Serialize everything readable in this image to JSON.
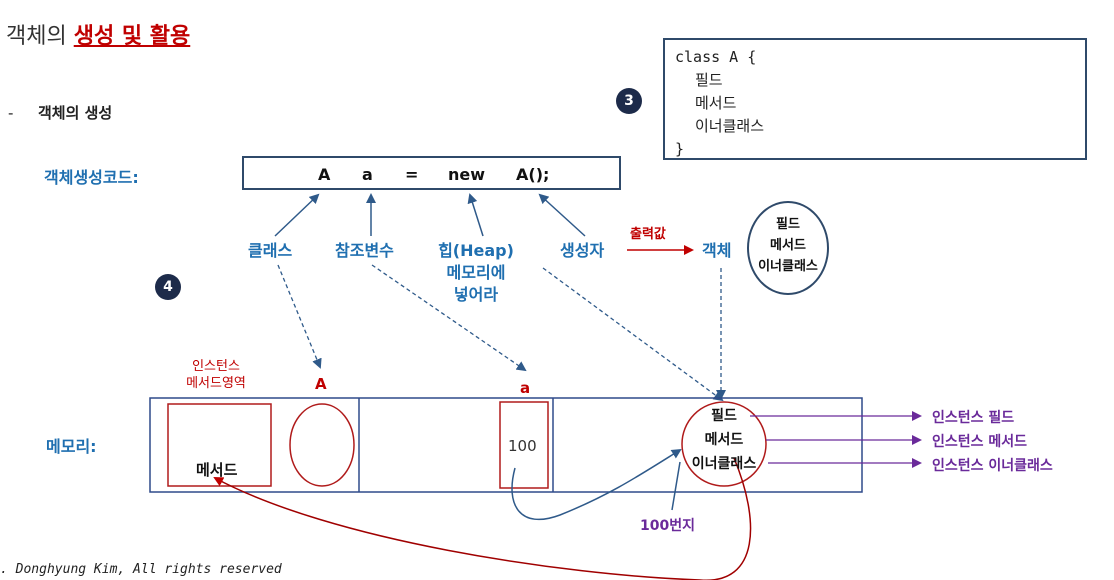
{
  "title": {
    "prefix": "객체의 ",
    "highlight": "생성 및 활용"
  },
  "bullet": {
    "dash": "-",
    "text": "객체의 생성"
  },
  "code_box": {
    "lines": [
      "class A {",
      "필드",
      "메서드",
      "이너클래스",
      "}"
    ]
  },
  "badges": {
    "three": "3",
    "four": "4"
  },
  "creation_code_label": "객체생성코드:",
  "statement": {
    "cls": "A",
    "var": "a",
    "eq": "=",
    "new": "new",
    "ctor": "A();"
  },
  "labels": {
    "class": "클래스",
    "ref_var": "참조변수",
    "heap_line1": "힙(Heap)",
    "heap_line2": "메모리에",
    "heap_line3": "넣어라",
    "constructor": "생성자",
    "output": "출력값",
    "object": "객체"
  },
  "object_circle": {
    "items": [
      "필드",
      "메서드",
      "이너클래스"
    ]
  },
  "memory": {
    "label": "메모리:",
    "method_area_line1": "인스턴스",
    "method_area_line2": "메서드영역",
    "class_tag": "A",
    "var_tag": "a",
    "method_box": "메서드",
    "var_value": "100",
    "heap_items": [
      "필드",
      "메서드",
      "이너클래스"
    ],
    "address": "100번지"
  },
  "instance_labels": [
    "인스턴스 필드",
    "인스턴스 메서드",
    "인스턴스 이너클래스"
  ],
  "copyright": ". Donghyung Kim, All rights reserved",
  "colors": {
    "accent_red": "#c00000",
    "blue": "#1f6fb0",
    "navy": "#2f4a6a",
    "purple": "#6a2a9a"
  }
}
